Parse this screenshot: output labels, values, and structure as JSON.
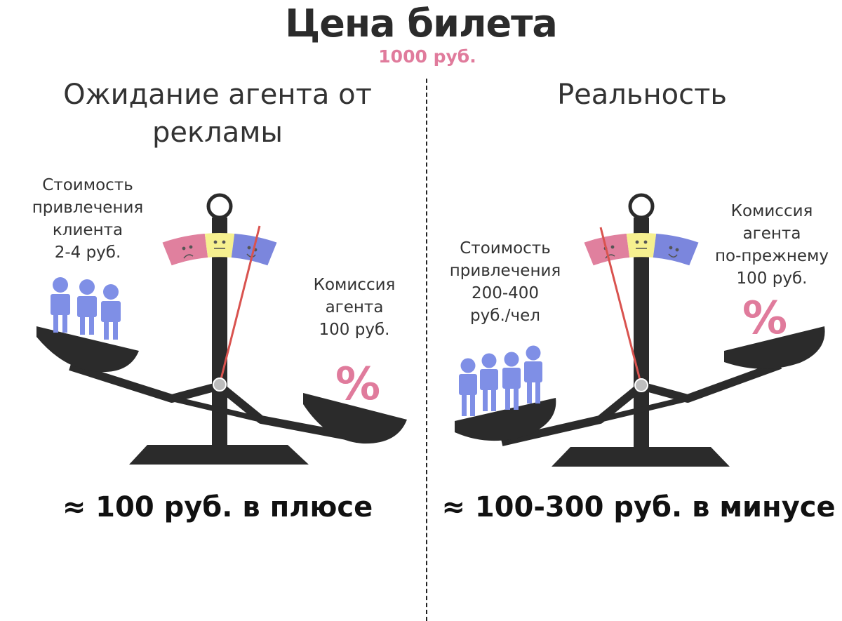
{
  "title": "Цена билета",
  "price": "1000 руб.",
  "left": {
    "heading_line1": "Ожидание агента от",
    "heading_line2": "рекламы",
    "cost_lines": [
      "Стоимость",
      "привлечения",
      "клиента",
      "2-4 руб."
    ],
    "commission_lines": [
      "Комиссия",
      "агента",
      "100 руб."
    ],
    "percent": "%",
    "result": "≈ 100 руб. в плюсе",
    "people_count": 3,
    "needle_direction": "happy"
  },
  "right": {
    "heading": "Реальность",
    "cost_lines": [
      "Стоимость",
      "привлечения",
      "200-400",
      "руб./чел"
    ],
    "commission_lines": [
      "Комиссия",
      "агента",
      "по-прежнему",
      "100 руб."
    ],
    "percent": "%",
    "result": "≈ 100-300 руб. в минусе",
    "people_count": 4,
    "needle_direction": "sad"
  },
  "colors": {
    "scale": "#2b2b2b",
    "pivot": "#bdbdbd",
    "needle": "#d9534f",
    "gauge_sad": "#e0809e",
    "gauge_neutral": "#f6f08f",
    "gauge_happy": "#7b86dd",
    "person": "#7f8fe6",
    "accent": "#e07b9c"
  }
}
